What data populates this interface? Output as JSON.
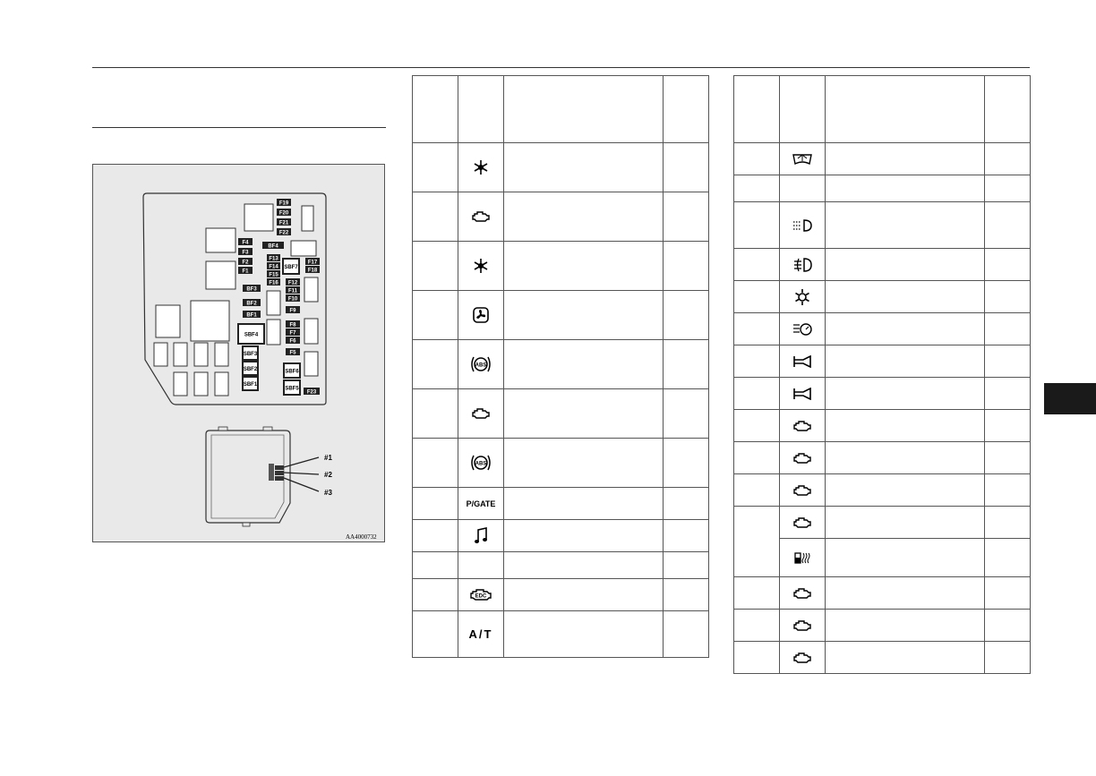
{
  "diagram": {
    "image_code": "AA4000732",
    "relay_labels": [
      "#1",
      "#2",
      "#3"
    ],
    "fuse_labels": {
      "f19": "F19",
      "f20": "F20",
      "f21": "F21",
      "f22": "F22",
      "f4": "F4",
      "f3": "F3",
      "f2": "F2",
      "f1": "F1",
      "bf4": "BF4",
      "bf3": "BF3",
      "bf2": "BF2",
      "bf1": "BF1",
      "f13": "F13",
      "f14": "F14",
      "f15": "F15",
      "f16": "F16",
      "sbf7": "SBF7",
      "f17": "F17",
      "f18": "F18",
      "f12": "F12",
      "f11": "F11",
      "f10": "F10",
      "f9": "F9",
      "f8": "F8",
      "f7": "F7",
      "f6": "F6",
      "f5": "F5",
      "sbf4": "SBF4",
      "sbf3": "SBF3",
      "sbf2": "SBF2",
      "sbf1": "SBF1",
      "sbf6": "SBF6",
      "sbf5": "SBF5",
      "f23": "F23"
    }
  },
  "table_left": {
    "rows": [
      {
        "icon": "snowflake-icon"
      },
      {
        "icon": "engine-icon"
      },
      {
        "icon": "snowflake-icon"
      },
      {
        "icon": "fan-icon"
      },
      {
        "icon": "abs-icon",
        "icon_text": "ABS"
      },
      {
        "icon": "engine-icon"
      },
      {
        "icon": "abs-icon",
        "icon_text": "ABS"
      },
      {
        "icon": "text-icon",
        "icon_text": "P/GATE"
      },
      {
        "icon": "music-note-icon"
      },
      {
        "icon": "none"
      },
      {
        "icon": "edc-icon",
        "icon_text": "EDC"
      },
      {
        "icon": "text-icon",
        "icon_text": "A/T"
      }
    ]
  },
  "table_right": {
    "rows": [
      {
        "icon": "wiper-icon"
      },
      {
        "icon": "none"
      },
      {
        "icon": "headlight-icon"
      },
      {
        "icon": "fog-light-icon"
      },
      {
        "icon": "sun-icon"
      },
      {
        "icon": "gauge-light-icon"
      },
      {
        "icon": "horn-icon"
      },
      {
        "icon": "horn-icon"
      },
      {
        "icon": "engine-icon"
      },
      {
        "icon": "engine-icon"
      },
      {
        "icon": "engine-icon"
      },
      {
        "icon": "engine-icon"
      },
      {
        "icon": "fuel-heater-icon"
      },
      {
        "icon": "engine-icon"
      },
      {
        "icon": "engine-icon"
      },
      {
        "icon": "engine-icon"
      }
    ]
  }
}
